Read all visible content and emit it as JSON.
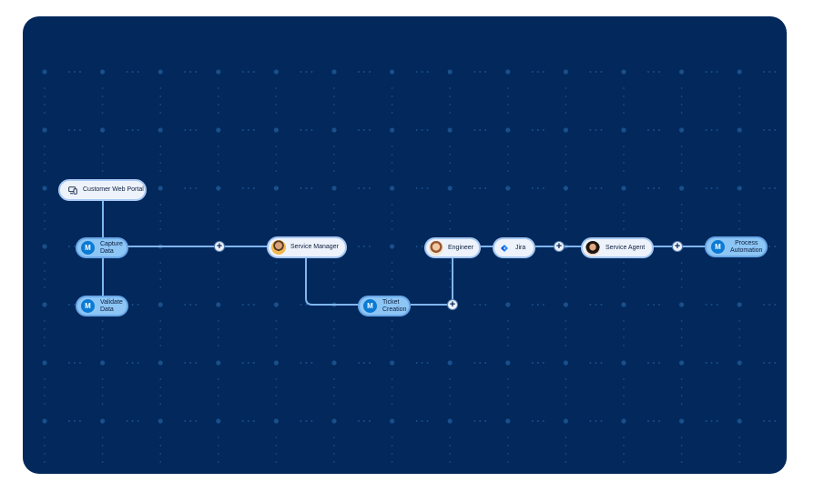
{
  "nodes": {
    "customer_web_portal": {
      "label": "Customer Web Portal",
      "icon": "monitor-icon"
    },
    "capture_data": {
      "label": "Capture\nData",
      "icon": "mulesoft-logo-icon"
    },
    "validate_data": {
      "label": "Validate\nData",
      "icon": "mulesoft-logo-icon"
    },
    "service_manager": {
      "label": "Service Manager",
      "icon": "person-avatar"
    },
    "ticket_creation": {
      "label": "Ticket\nCreation",
      "icon": "mulesoft-logo-icon"
    },
    "engineer": {
      "label": "Engineer",
      "icon": "person-avatar"
    },
    "jira": {
      "label": "Jira",
      "icon": "jira-icon"
    },
    "service_agent": {
      "label": "Service Agent",
      "icon": "person-avatar"
    },
    "process_automation": {
      "label": "Process\nAutomation",
      "icon": "mulesoft-logo-icon"
    }
  },
  "add_step_symbol": "+",
  "logo_glyph": "M",
  "colors": {
    "canvas": "#02285c",
    "connector": "#7fb6ee",
    "node_white": "#eef3fb",
    "node_blue": "#8dc6f5",
    "mule_blue": "#0a7ad4",
    "grid_dot": "#1a4f8a"
  }
}
